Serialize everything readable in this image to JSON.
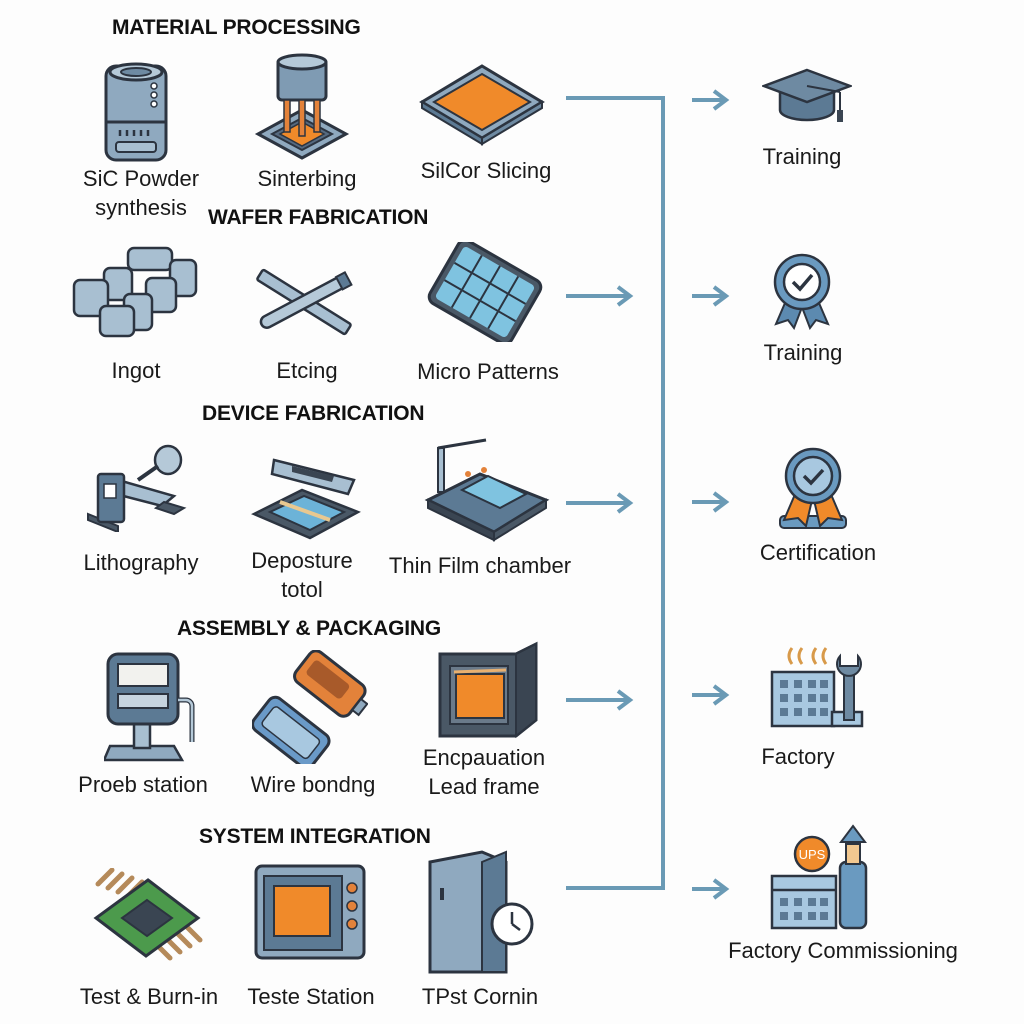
{
  "colors": {
    "accent": "#6a9ab5",
    "steel": "#5c7a94",
    "orange": "#f08a2a",
    "dark": "#2c3440"
  },
  "sections": [
    {
      "title": "MATERIAL PROCESSING",
      "items": [
        {
          "label": "SiC Powder\nsynthesis",
          "icon": "cylinder-reactor-icon"
        },
        {
          "label": "Sinterbing",
          "icon": "sintering-press-icon"
        },
        {
          "label": "SilCor Slicing",
          "icon": "wafer-tile-icon"
        }
      ]
    },
    {
      "title": "WAFER FABRICATION",
      "items": [
        {
          "label": "Ingot",
          "icon": "ingot-blocks-icon"
        },
        {
          "label": "Etcing",
          "icon": "saw-tool-icon"
        },
        {
          "label": "Micro Patterns",
          "icon": "chip-grid-icon"
        }
      ]
    },
    {
      "title": "DEVICE FABRICATION",
      "items": [
        {
          "label": "Lithography",
          "icon": "lithography-machine-icon"
        },
        {
          "label": "Deposture\ntotol",
          "icon": "deposition-tool-icon"
        },
        {
          "label": "Thin Film chamber",
          "icon": "thin-film-chamber-icon"
        }
      ]
    },
    {
      "title": "ASSEMBLY & PACKAGING",
      "items": [
        {
          "label": "Proeb station",
          "icon": "probe-station-icon"
        },
        {
          "label": "Wire bondng",
          "icon": "wire-bonding-icon"
        },
        {
          "label": "Encpauation\nLead frame",
          "icon": "encapsulation-oven-icon"
        }
      ]
    },
    {
      "title": "SYSTEM INTEGRATION",
      "items": [
        {
          "label": "Test & Burn-in",
          "icon": "pcb-chip-icon"
        },
        {
          "label": "Teste Station",
          "icon": "test-station-icon"
        },
        {
          "label": "TPst Cornin",
          "icon": "cabinet-clock-icon"
        }
      ]
    }
  ],
  "outcomes": [
    {
      "label": "Training",
      "icon": "graduation-cap-icon"
    },
    {
      "label": "Training",
      "icon": "award-badge-icon"
    },
    {
      "label": "Certification",
      "icon": "certification-ribbon-icon"
    },
    {
      "label": "Factory",
      "icon": "factory-wrench-icon"
    },
    {
      "label": "Factory Commissioning",
      "icon": "factory-ups-icon"
    }
  ]
}
